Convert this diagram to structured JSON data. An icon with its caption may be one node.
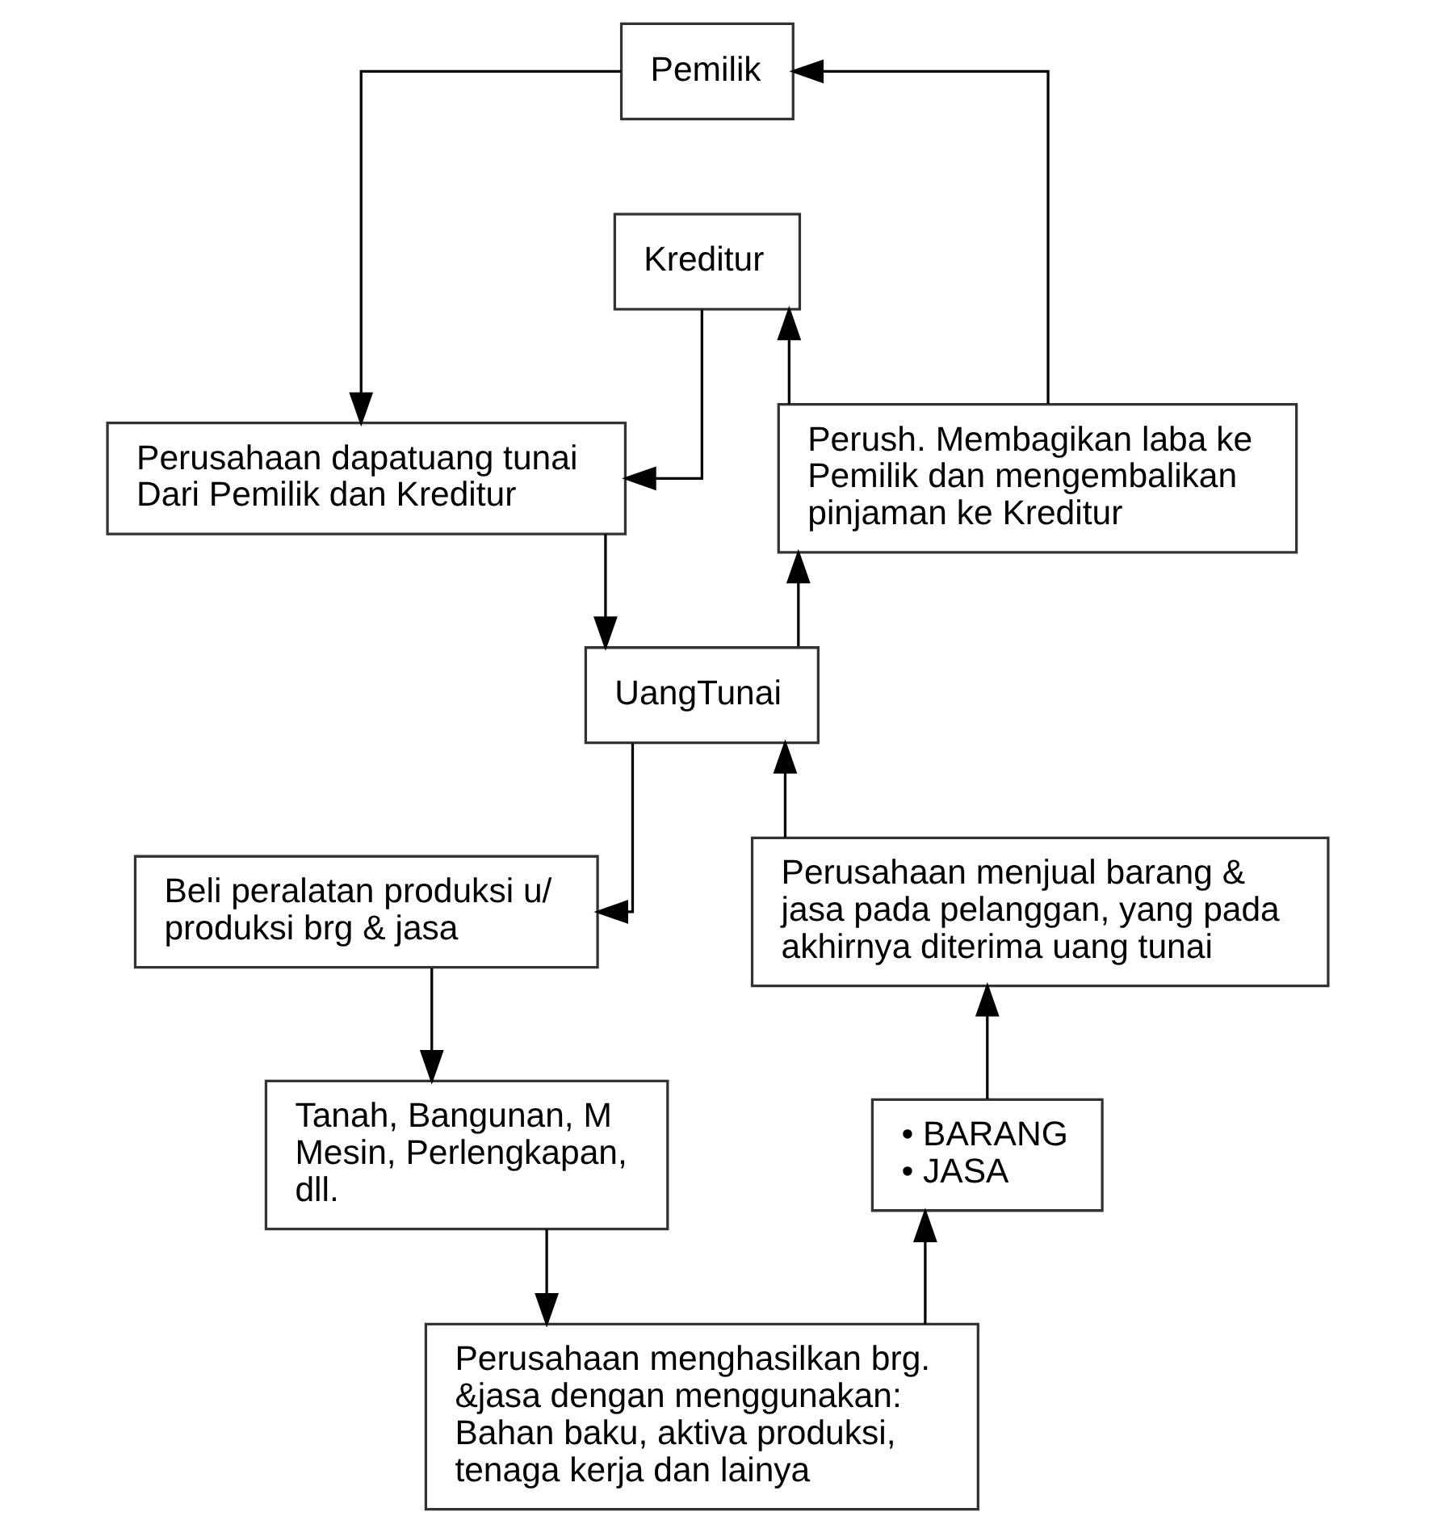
{
  "diagram": {
    "nodes": [
      {
        "text": [
          "Pemilik"
        ]
      },
      {
        "text": [
          "Kreditur"
        ]
      },
      {
        "text": [
          "Perusahaan dapatuang tunai Dari Pemilik dan Kreditur"
        ]
      },
      {
        "text": [
          "Perush. Membagikan laba ke Pemilik dan mengembalikan pinjaman ke Kreditur"
        ]
      },
      {
        "text": [
          "UangTunai"
        ]
      },
      {
        "text": [
          "Beli peralatan produksi u/ produksi brg & jasa"
        ]
      },
      {
        "text": [
          "Perusahaan menjual barang & jasa pada pelanggan, yang pada akhirnya diterima uang tunai"
        ]
      },
      {
        "text": [
          "Tanah, Bangunan, M Mesin, Perlengkapan, dll."
        ]
      },
      {
        "text": [
          "• BARANG",
          "• JASA"
        ]
      },
      {
        "text": [
          "Perusahaan menghasilkan brg. &jasa dengan menggunakan: Bahan baku, aktiva produksi, tenaga kerja dan lainya"
        ]
      }
    ],
    "edges": [
      {
        "from": 0,
        "to": 2,
        "arrow": "to"
      },
      {
        "from": 1,
        "to": 2,
        "arrow": "to"
      },
      {
        "from": 2,
        "to": 4,
        "arrow": "to"
      },
      {
        "from": 4,
        "to": 3,
        "arrow": "to"
      },
      {
        "from": 3,
        "to": 0,
        "arrow": "to"
      },
      {
        "from": 3,
        "to": 1,
        "arrow": "to"
      },
      {
        "from": 4,
        "to": 5,
        "arrow": "to"
      },
      {
        "from": 5,
        "to": 7,
        "arrow": "to"
      },
      {
        "from": 7,
        "to": 9,
        "arrow": "to"
      },
      {
        "from": 9,
        "to": 8,
        "arrow": "to"
      },
      {
        "from": 8,
        "to": 6,
        "arrow": "to"
      },
      {
        "from": 6,
        "to": 4,
        "arrow": "to"
      }
    ]
  }
}
